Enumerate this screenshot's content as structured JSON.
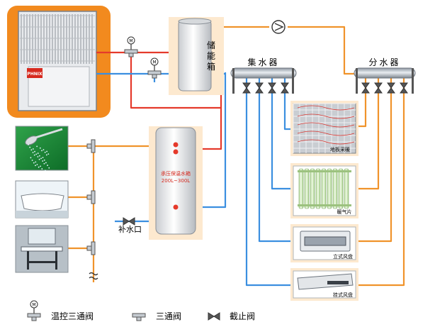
{
  "labels": {
    "storage_tank": "储能箱",
    "collector": "集水器",
    "distributor": "分水器",
    "makeup_water": "补水口",
    "hot_water_tank_line1": "承压保温水箱",
    "hot_water_tank_line2": "200L~300L",
    "floor_heating": "地板采暖",
    "radiator": "暖气片",
    "vertical_fan_coil": "立式风盘",
    "ceiling_fan_coil": "挂式风盘",
    "brand": "PHNIX",
    "valve_symbol": "M"
  },
  "legend": [
    {
      "symbol": "thermostatic-three-way-valve",
      "label": "温控三通阀"
    },
    {
      "symbol": "three-way-tee",
      "label": "三通阀"
    },
    {
      "symbol": "stop-valve",
      "label": "截止阀"
    }
  ],
  "colors": {
    "hot_pipe": "#e53a2b",
    "cold_pipe": "#3b8fe0",
    "supply_pipe": "#f0932b",
    "heat_pump_bg": "#f28a1e",
    "highlight_bg": "#fde9cf"
  }
}
